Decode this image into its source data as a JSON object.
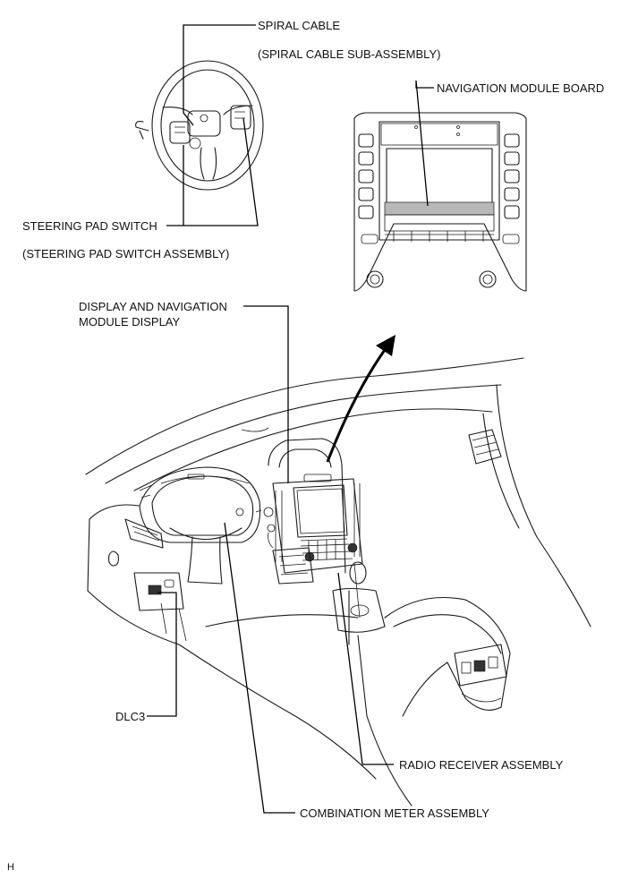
{
  "labels": {
    "spiral_cable": "SPIRAL CABLE",
    "spiral_cable_sub": "(SPIRAL CABLE SUB-ASSEMBLY)",
    "navigation_module_board": "NAVIGATION MODULE BOARD",
    "steering_pad_switch": "STEERING PAD SWITCH",
    "steering_pad_switch_assembly": "(STEERING PAD SWITCH ASSEMBLY)",
    "display_navigation_line1": "DISPLAY AND NAVIGATION",
    "display_navigation_line2": "MODULE DISPLAY",
    "dlc3": "DLC3",
    "radio_receiver_assembly": "RADIO RECEIVER ASSEMBLY",
    "combination_meter_assembly": "COMBINATION METER ASSEMBLY",
    "corner_code": "H"
  }
}
